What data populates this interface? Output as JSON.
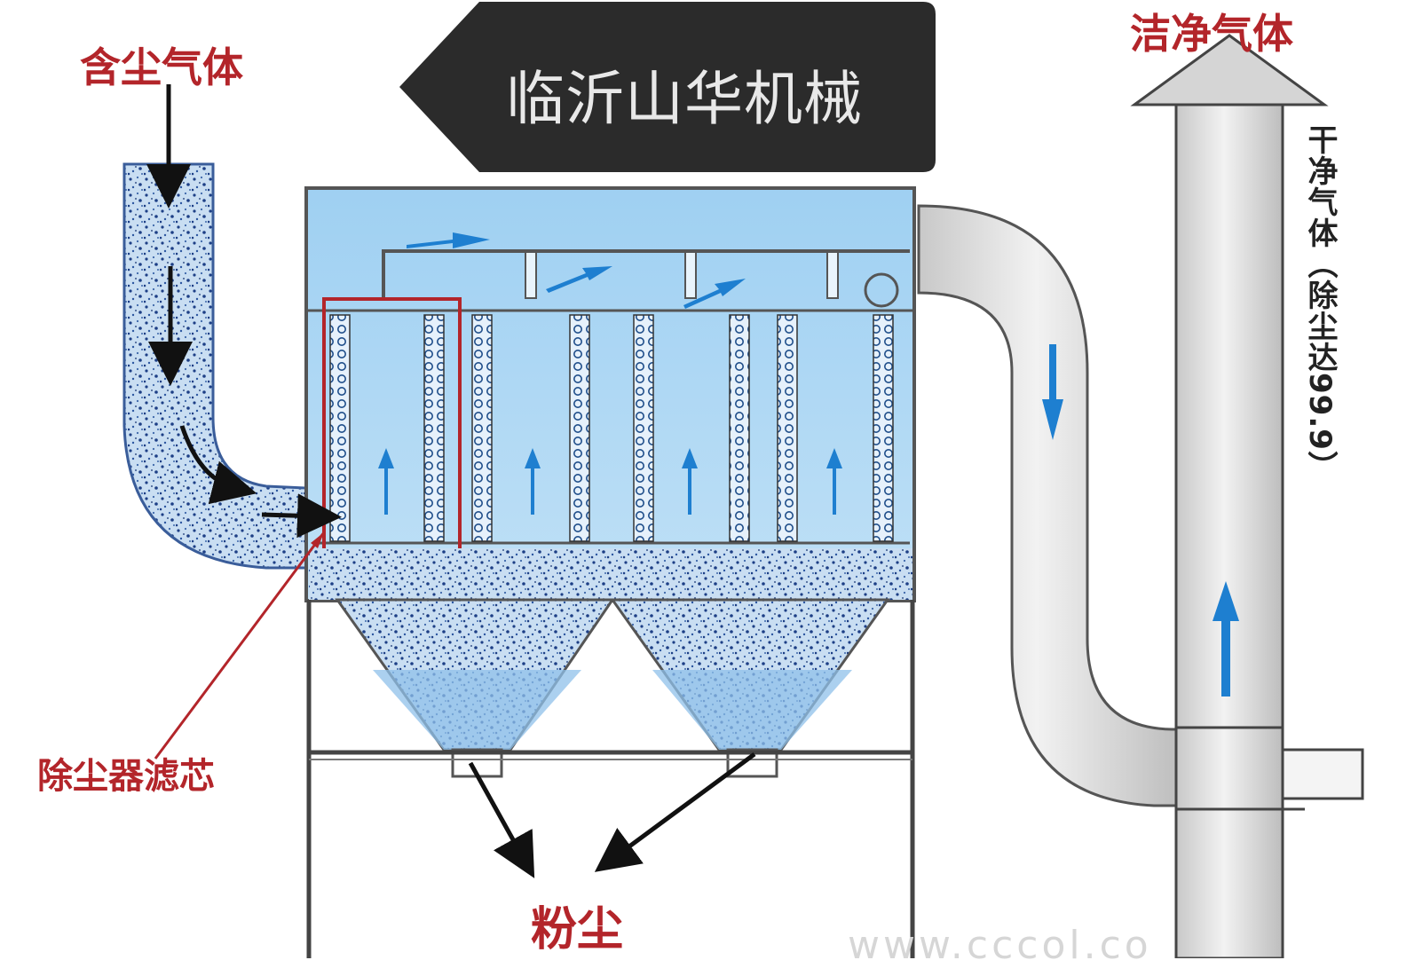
{
  "brand": {
    "text": "临沂山华机械"
  },
  "labels": {
    "dusty_gas": "含尘气体",
    "clean_gas": "洁净气体",
    "filter_cartridge": "除尘器滤芯",
    "dust": "粉尘",
    "dry_clean_gas": "干净气体（除尘达99.9）"
  },
  "watermark": "www.cccol.co",
  "colors": {
    "label_red": "#b3252a",
    "banner_bg": "#2b2b2b",
    "chamber_blue": "#a9d2f0",
    "flow_arrow_blue": "#1e7fd0",
    "duct_grey": "#d8d8d8",
    "dust_dark_blue": "#1d3f86"
  }
}
